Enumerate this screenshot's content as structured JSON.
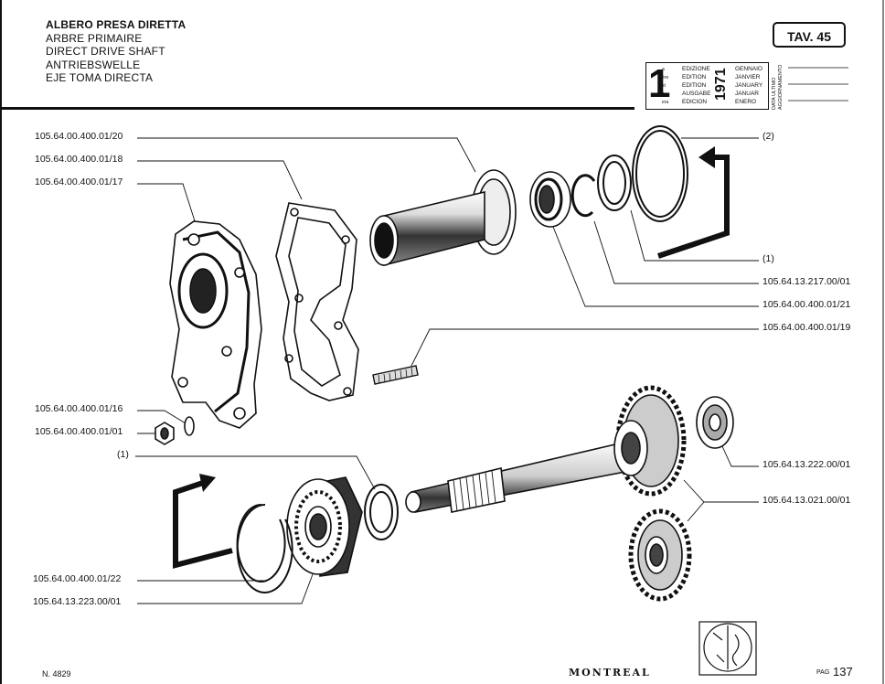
{
  "title_lines": [
    "ALBERO PRESA DIRETTA",
    "ARBRE PRIMAIRE",
    "DIRECT DRIVE SHAFT",
    "ANTRIEBSWELLE",
    "EJE TOMA DIRECTA"
  ],
  "plate": "TAV. 45",
  "edition": {
    "number": "1",
    "ordinals": [
      "a",
      "ère",
      "st",
      "e",
      "era"
    ],
    "words": [
      "EDIZIONE",
      "EDITION",
      "EDITION",
      "AUSGABE",
      "EDICION"
    ],
    "months": [
      "GENNAIO",
      "JANVIER",
      "JANUARY",
      "JANUAR",
      "ENERO"
    ],
    "year": "1971",
    "update_label": [
      "DATA ULTIMO",
      "AGGIORNAMENTO"
    ]
  },
  "callouts": {
    "left": [
      "105.64.00.400.01/20",
      "105.64.00.400.01/18",
      "105.64.00.400.01/17",
      "105.64.00.400.01/16",
      "105.64.00.400.01/01",
      "(1)",
      "105.64.00.400.01/22",
      "105.64.13.223.00/01"
    ],
    "right": [
      "(2)",
      "(1)",
      "105.64.13.217.00/01",
      "105.64.00.400.01/21",
      "105.64.00.400.01/19",
      "105.64.13.222.00/01",
      "105.64.13.021.00/01"
    ]
  },
  "footer": {
    "doc_number": "N. 4829",
    "model": "MONTREAL",
    "page_prefix": "PAG",
    "page_number": "137"
  }
}
